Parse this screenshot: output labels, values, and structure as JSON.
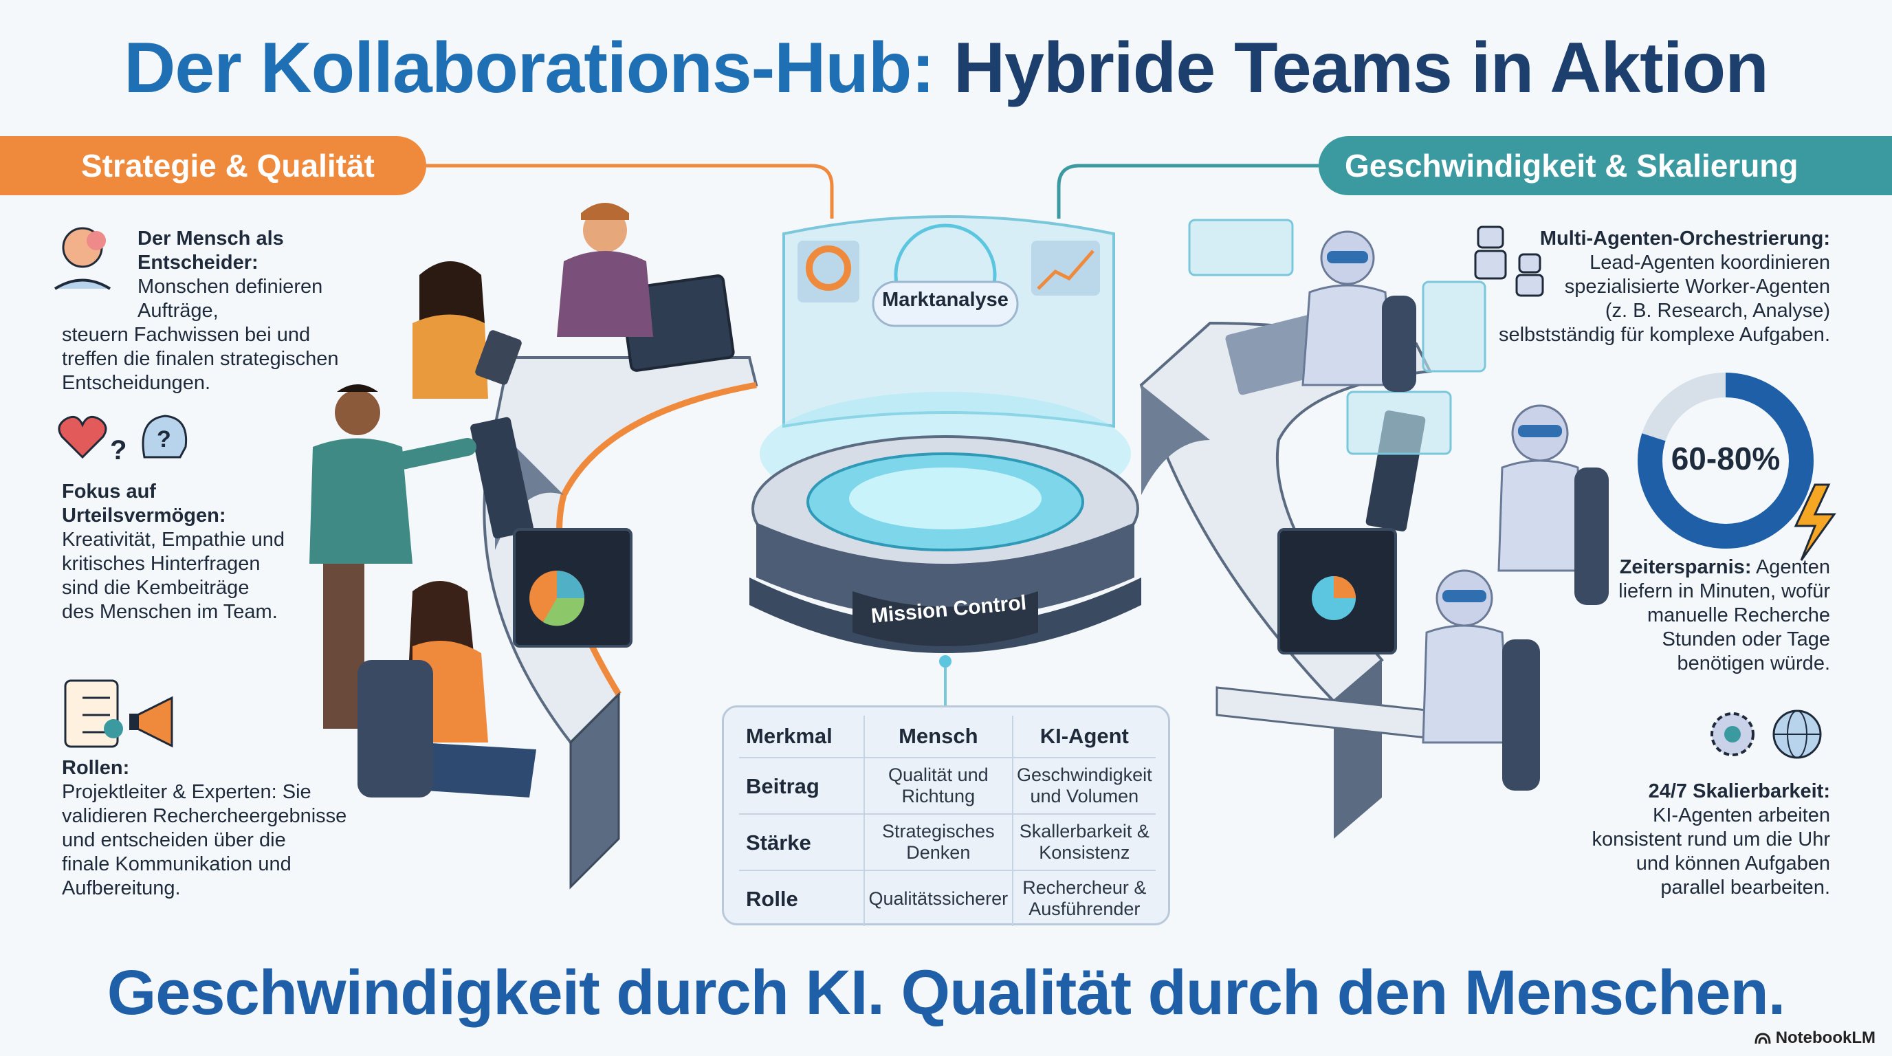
{
  "title": {
    "part1": "Der Kollaborations-Hub:",
    "part2": "Hybride Teams in Aktion"
  },
  "banners": {
    "left": "Strategie & Qualität",
    "right": "Geschwindigkeit & Skalierung"
  },
  "left_points": [
    {
      "heading": "Der Mensch als Entscheider:",
      "body_lines": [
        "Monschen definieren",
        "Aufträge,",
        "steuern Fachwissen bei und",
        "treffen die finalen strategischen",
        "Entscheidungen."
      ],
      "icon": "brain-head-icon"
    },
    {
      "heading_lines": [
        "Fokus auf",
        "Urteilsvermögen:"
      ],
      "body_lines": [
        "Kreativität, Empathie und",
        "kritisches Hinterfragen",
        "sind die Kembeiträge",
        "des Menschen im Team."
      ],
      "icons": [
        "heart-question-icon",
        "head-question-icon"
      ]
    },
    {
      "heading": "Rollen:",
      "body_lines": [
        "Projektleiter & Experten: Sie",
        "validieren Rechercheergebnisse",
        "und entscheiden über die",
        "finale Kommunikation und",
        "Aufbereitung."
      ],
      "icons": [
        "checklist-icon",
        "megaphone-icon"
      ]
    }
  ],
  "right_points": [
    {
      "heading": "Multi-Agenten-Orchestrierung:",
      "body_lines": [
        "Lead-Agenten koordinieren",
        "spezialisierte Worker-Agenten",
        "(z. B. Research, Analyse)",
        "selbstständig für komplexe Aufgaben."
      ],
      "icon": "robot-team-icon"
    },
    {
      "stat": "60-80%",
      "stat_fraction": 0.8,
      "heading": "Zeitersparnis:",
      "heading_rest": "Agenten",
      "body_lines": [
        "liefern in Minuten, wofür",
        "manuelle Recherche",
        "Stunden oder Tage",
        "benötigen würde."
      ],
      "icon": "lightning-icon"
    },
    {
      "heading": "24/7 Skalierbarkeit:",
      "body_lines": [
        "KI-Agenten arbeiten",
        "konsistent rund um die Uhr",
        "und können Aufgaben",
        "parallel bearbeiten."
      ],
      "icons": [
        "gear-icon",
        "globe-icon"
      ]
    }
  ],
  "hub": {
    "screen_label": "Marktanalyse",
    "base_label": "Mission Control"
  },
  "table": {
    "headers": [
      "Merkmal",
      "Mensch",
      "KI-Agent"
    ],
    "rows": [
      {
        "label": "Beitrag",
        "human": [
          "Qualität und",
          "Richtung"
        ],
        "agent": [
          "Geschwindigkeit",
          "und Volumen"
        ]
      },
      {
        "label": "Stärke",
        "human": [
          "Strategisches",
          "Denken"
        ],
        "agent": [
          "Skallerbarkeit &",
          "Konsistenz"
        ]
      },
      {
        "label": "Rolle",
        "human": [
          "Qualitätssicherer"
        ],
        "agent": [
          "Rechercheur &",
          "Ausführender"
        ]
      }
    ]
  },
  "tagline": "Geschwindigkeit durch KI. Qualität durch den Menschen.",
  "brand": "NotebookLM",
  "colors": {
    "orange": "#ef8a3c",
    "teal": "#3b9aa0",
    "blue": "#1f6fb4",
    "navy": "#1d3f6e",
    "desk": "#e4e9f0",
    "glow": "#6fd3e8"
  }
}
